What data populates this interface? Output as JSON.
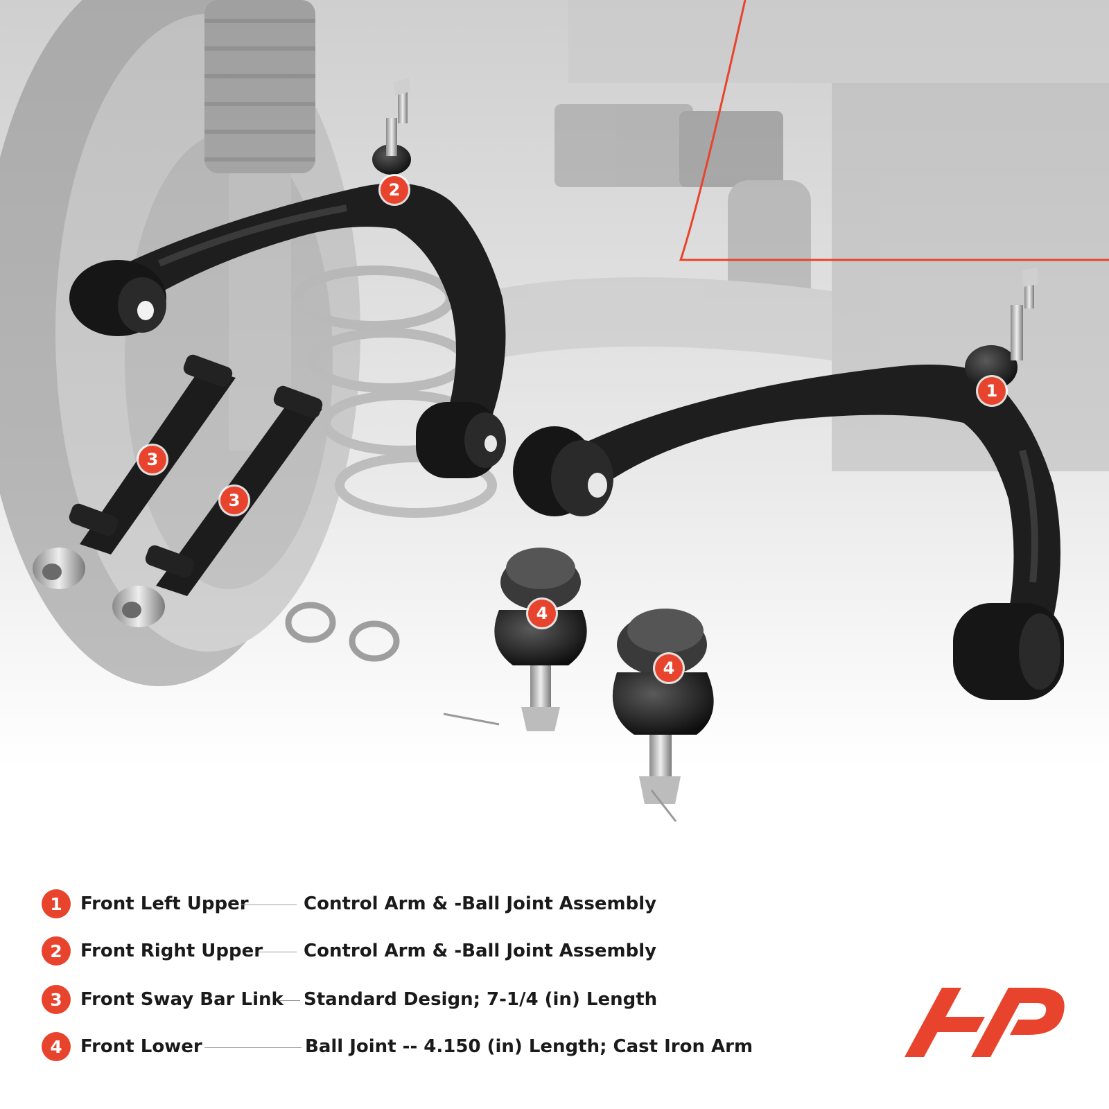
{
  "colors": {
    "accent": "#e8432c",
    "arm": "#1c1c1c",
    "background_gray": "#bdbdbd"
  },
  "callouts": {
    "arm_right": "1",
    "arm_left": "2",
    "link_a": "3",
    "link_b": "3",
    "joint_a": "4",
    "joint_b": "4"
  },
  "legend": [
    {
      "number": "1",
      "label": "Front Left Upper",
      "description": "Control Arm & -Ball Joint Assembly"
    },
    {
      "number": "2",
      "label": "Front Right Upper",
      "description": "Control Arm & -Ball Joint Assembly"
    },
    {
      "number": "3",
      "label": "Front Sway Bar Link",
      "description": "Standard Design; 7-1/4 (in) Length"
    },
    {
      "number": "4",
      "label": "Front Lower",
      "description": "Ball Joint -- 4.150 (in) Length; Cast Iron Arm"
    }
  ],
  "logo": {
    "icon": "brand-logo-icon"
  }
}
